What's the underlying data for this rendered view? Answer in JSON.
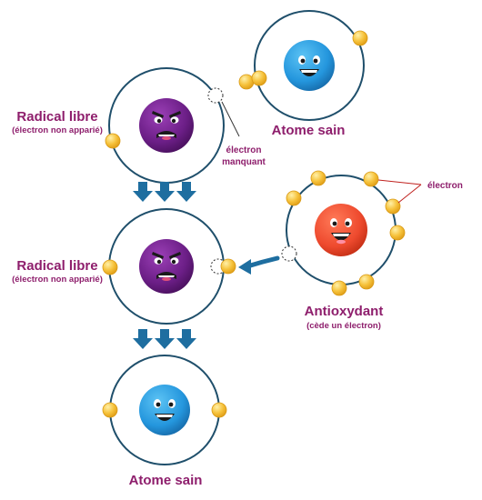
{
  "labels": {
    "radical1_title": "Radical libre",
    "radical1_sub": "(électron non apparié)",
    "radical2_title": "Radical libre",
    "radical2_sub": "(électron non apparié)",
    "healthy_top": "Atome sain",
    "healthy_bottom": "Atome sain",
    "missing_line1": "électron",
    "missing_line2": "manquant",
    "electron": "électron",
    "antioxidant_title": "Antioxydant",
    "antioxidant_sub": "(cède un électron)"
  },
  "colors": {
    "title": "#8e1e6c",
    "accent_red": "#c0221f",
    "orbit": "#1f4f6b",
    "arrow": "#1e6ea0",
    "electron": "#f6c23b",
    "radical_face": "#6b1e86",
    "healthy_face": "#2496dd",
    "antioxidant_face": "#ee4a2e"
  },
  "icons": {
    "radical": "angry-face-icon",
    "healthy": "smiling-face-icon",
    "antioxidant": "smiling-face-icon",
    "flow": "down-arrow-icon",
    "transfer": "curved-arrow-icon"
  }
}
